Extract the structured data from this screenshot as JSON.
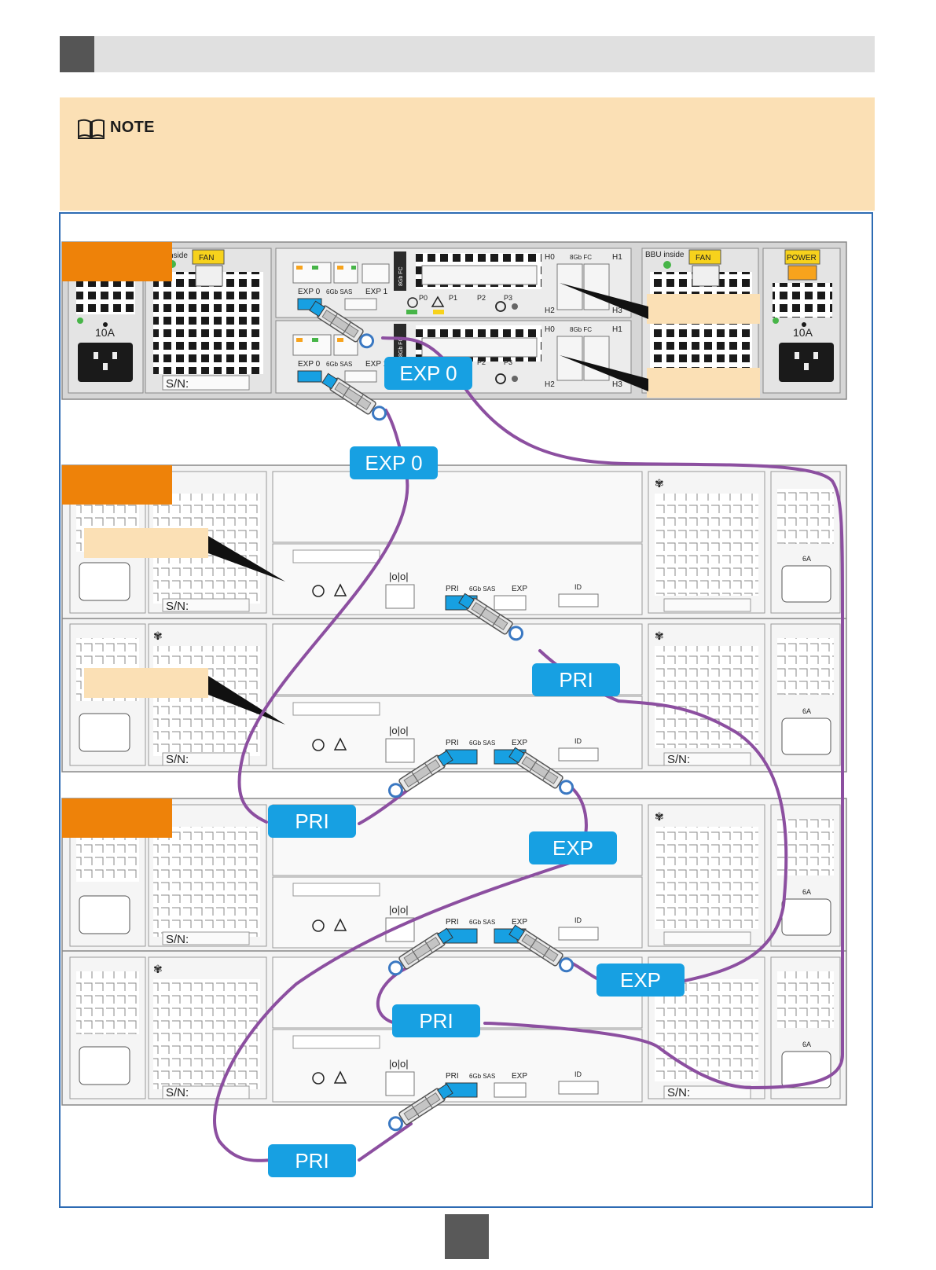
{
  "note": {
    "label": "NOTE"
  },
  "controller": {
    "ports": {
      "exp0": "EXP 0",
      "sas": "6Gb SAS",
      "exp1": "EXP 1",
      "fc": "8Gb FC",
      "fc_vertical": "8Gb FC"
    },
    "fc_ports": [
      "P0",
      "P1",
      "P2",
      "P3"
    ],
    "hosts": [
      "H0",
      "H1",
      "H2",
      "H3"
    ],
    "fan": "FAN",
    "power": "POWER",
    "bbu_left": "nside",
    "bbu_right": "BBU inside",
    "psu_rating": "10A",
    "sn": "S/N:"
  },
  "enclosure": {
    "pri": "PRI",
    "sas": "6Gb SAS",
    "exp": "EXP",
    "id": "ID",
    "psu_rating": "6A",
    "sn": "S/N:"
  },
  "cable_labels": {
    "exp0_a": "EXP  0",
    "exp0_b": "EXP  0",
    "pri_1": "PRI",
    "pri_2": "PRI",
    "exp_1": "EXP",
    "exp_2": "EXP",
    "pri_3": "PRI",
    "pri_4": "PRI"
  },
  "colors": {
    "cable": "#8c4fa0",
    "label_blue": "#17a0e2",
    "orange": "#ee8209",
    "callout": "#fbe0b5",
    "frame": "#2d6bb3"
  }
}
